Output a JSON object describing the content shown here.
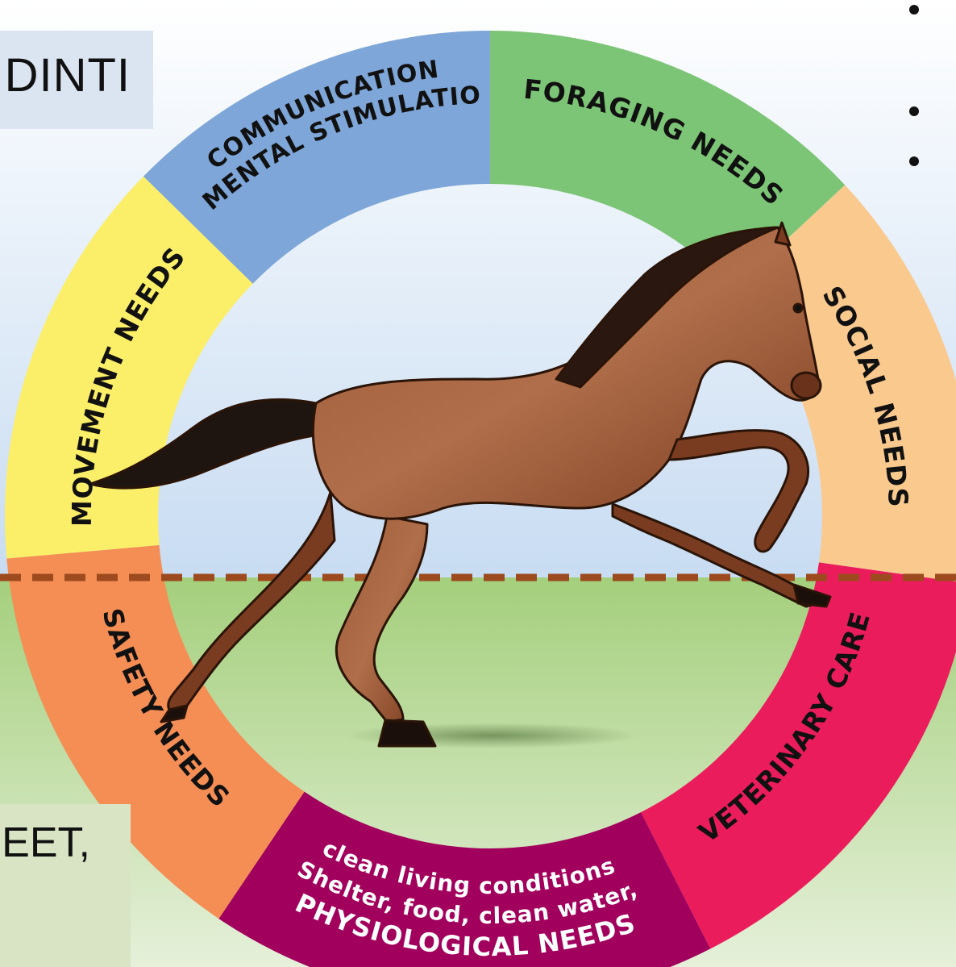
{
  "slide": {
    "top_box_text": "DINTI",
    "bottom_box_text": "EET,",
    "bullet_count": 3
  },
  "diagram": {
    "segments": [
      {
        "key": "communication",
        "label": "COMMUNICATION",
        "label2": "& MENTAL STIMULATION",
        "color": "#7ea6d8"
      },
      {
        "key": "foraging",
        "label": "FORAGING NEEDS",
        "color": "#7dc576"
      },
      {
        "key": "social",
        "label": "SOCIAL NEEDS",
        "color": "#f9c98e"
      },
      {
        "key": "veterinary",
        "label": "VETERINARY CARE",
        "color": "#ea1c5c"
      },
      {
        "key": "physiological",
        "label": "PHYSIOLOGICAL NEEDS",
        "sub1": "Shelter, food, clean water,",
        "sub2": "clean living conditions",
        "color": "#a2005d"
      },
      {
        "key": "safety",
        "label": "SAFETY NEEDS",
        "color": "#f48e55"
      },
      {
        "key": "movement",
        "label": "MOVEMENT NEEDS",
        "color": "#fbee68"
      }
    ],
    "colors": {
      "sky_top": "#ffffff",
      "sky_bottom": "#c8dcf2",
      "grass_top": "#a4cf7c",
      "grass_bottom": "#e2eed4",
      "fence": "#9c4a1e",
      "horse": "#8b4a2b"
    }
  }
}
